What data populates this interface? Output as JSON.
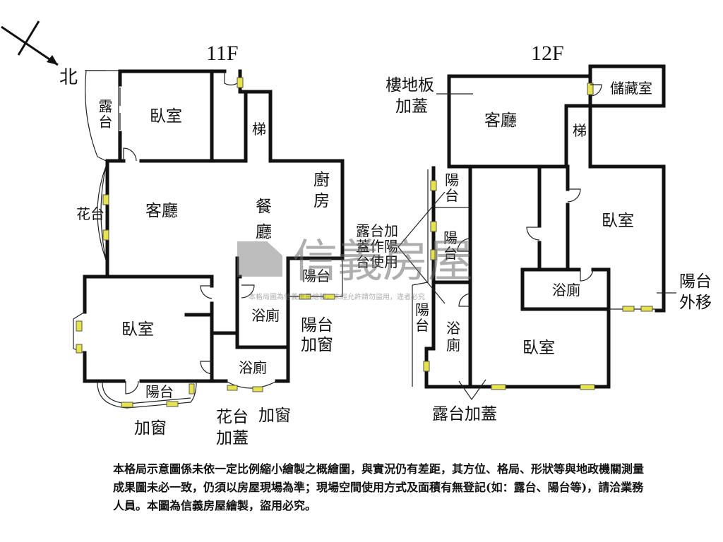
{
  "floors": {
    "f11": "11F",
    "f12": "12F"
  },
  "compass": {
    "north": "北"
  },
  "rooms_11f": {
    "terrace": "露台",
    "bedroom_top": "臥室",
    "flower_bed": "花台",
    "living": "客廳",
    "dining_1": "餐",
    "dining_2": "廳",
    "stairs": "梯",
    "kitchen_1": "廚",
    "kitchen_2": "房",
    "balcony_right": "陽台",
    "bath_1": "浴廁",
    "bath_2": "浴廁",
    "bedroom_bottom": "臥室",
    "balcony_bottom": "陽台"
  },
  "annotations_11f": {
    "balcony_window_1": "陽台",
    "balcony_window_2": "加窗",
    "add_window_left": "加窗",
    "flower_cover_1": "花台",
    "flower_cover_2": "加蓋",
    "add_window_right": "加窗"
  },
  "rooms_12f": {
    "storage": "儲藏室",
    "living": "客廳",
    "stairs": "梯",
    "balcony_1_a": "陽",
    "balcony_1_b": "台",
    "balcony_2_a": "陽",
    "balcony_2_b": "台",
    "balcony_3_a": "陽",
    "balcony_3_b": "台",
    "bath_left_a": "浴",
    "bath_left_b": "廁",
    "bedroom_right": "臥室",
    "bath_right": "浴廁",
    "bedroom_bottom": "臥室"
  },
  "annotations_12f": {
    "floor_cover_1": "樓地板",
    "floor_cover_2": "加蓋",
    "terrace_use_1": "露台加",
    "terrace_use_2": "蓋作陽",
    "terrace_use_3": "台使用",
    "balcony_move_1": "陽台",
    "balcony_move_2": "外移",
    "terrace_cover": "露台加蓋"
  },
  "watermark": {
    "brand": "信義房屋",
    "sub": "本格局圖為信義房屋繪製，未經允許請勿盜用，違者必究"
  },
  "disclaimer": "本格局示意圖係未依一定比例縮小繪製之概繪圖，與實況仍有差距，其方位、格局、形狀等與地政機關測量成果圖未必一致，仍須以房屋現場為準；現場空間使用方式及面積有無登記(如：露台、陽台等)，請洽業務人員。本圖為信義房屋繪製，盜用必究。",
  "colors": {
    "wall": "#111111",
    "window": "#e6e44a",
    "watermark": "#6d6d6d"
  }
}
